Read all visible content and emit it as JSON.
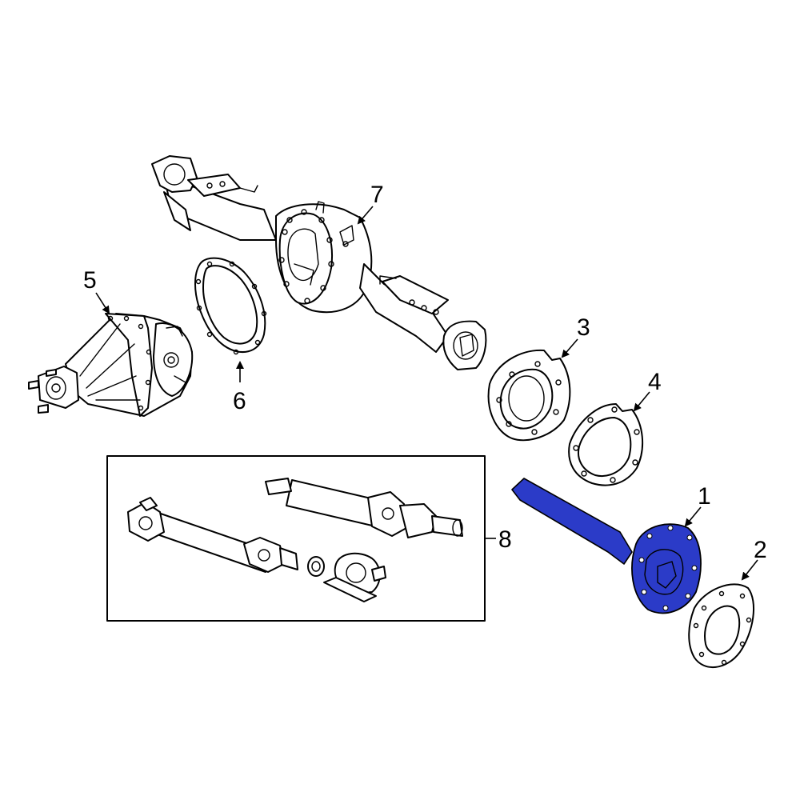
{
  "callouts": {
    "c1": "1",
    "c2": "2",
    "c3": "3",
    "c4": "4",
    "c5": "5",
    "c6": "6",
    "c7": "7",
    "c8": "8"
  },
  "colors": {
    "highlight": "#2b3bc8",
    "line": "#000000",
    "background": "#ffffff"
  }
}
